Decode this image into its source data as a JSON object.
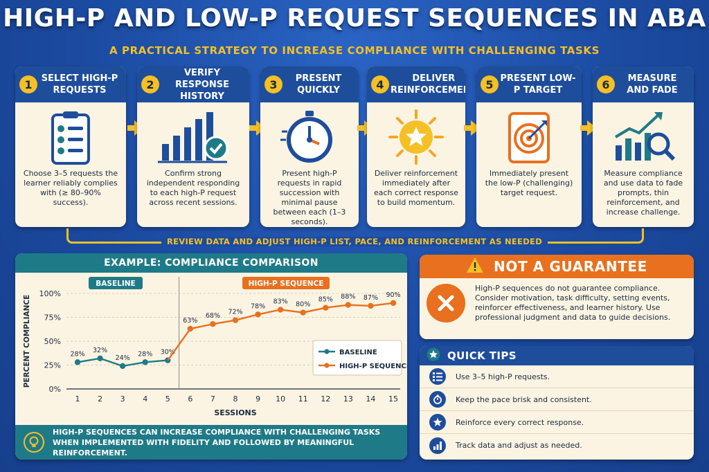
{
  "header": {
    "title": "HIGH-P AND LOW-P REQUEST SEQUENCES IN ABA",
    "subtitle": "A PRACTICAL STRATEGY TO INCREASE COMPLIANCE WITH CHALLENGING TASKS"
  },
  "steps": [
    {
      "number": "1",
      "title": "SELECT HIGH-P REQUESTS",
      "icon": "checklist-icon",
      "text": "Choose 3–5 requests the learner reliably complies with (≥ 80–90% success)."
    },
    {
      "number": "2",
      "title": "VERIFY RESPONSE HISTORY",
      "icon": "bar-chart-check-icon",
      "text": "Confirm strong independent responding to each high-P request across recent sessions."
    },
    {
      "number": "3",
      "title": "PRESENT QUICKLY",
      "icon": "stopwatch-icon",
      "text": "Present high-P requests in rapid succession with minimal pause between each (1–3 seconds)."
    },
    {
      "number": "4",
      "title": "DELIVER REINFORCEMENT",
      "icon": "star-burst-icon",
      "text": "Deliver reinforcement immediately after each correct response to build momentum."
    },
    {
      "number": "5",
      "title": "PRESENT LOW-P TARGET",
      "icon": "target-icon",
      "text": "Immediately present the low-P (challenging) target request."
    },
    {
      "number": "6",
      "title": "MEASURE AND FADE",
      "icon": "chart-magnifier-icon",
      "text": "Measure compliance and use data to fade prompts, thin reinforcement, and increase challenge."
    }
  ],
  "loop_label": "REVIEW DATA AND ADJUST HIGH-P LIST, PACE, AND REINFORCEMENT AS NEEDED",
  "chart_panel": {
    "title": "EXAMPLE: COMPLIANCE COMPARISON",
    "footer": "HIGH-P SEQUENCES CAN INCREASE COMPLIANCE WITH CHALLENGING TASKS WHEN IMPLEMENTED WITH FIDELITY AND FOLLOWED BY MEANINGFUL REINFORCEMENT."
  },
  "chart_data": {
    "type": "line",
    "xlabel": "SESSIONS",
    "ylabel": "PERCENT COMPLIANCE",
    "ylim": [
      0,
      100
    ],
    "yticks": [
      "0%",
      "25%",
      "50%",
      "75%",
      "100%"
    ],
    "x": [
      1,
      2,
      3,
      4,
      5,
      6,
      7,
      8,
      9,
      10,
      11,
      12,
      13,
      14,
      15
    ],
    "phase_labels": [
      "BASELINE",
      "HIGH-P SEQUENCE"
    ],
    "legend_position": "right",
    "series": [
      {
        "name": "BASELINE",
        "color": "#1f7a88",
        "x": [
          1,
          2,
          3,
          4,
          5
        ],
        "values": [
          28,
          32,
          24,
          28,
          30
        ],
        "labels": [
          "28%",
          "32%",
          "24%",
          "28%",
          "30%"
        ]
      },
      {
        "name": "HIGH-P SEQUENCE",
        "color": "#e8701e",
        "x": [
          5,
          6,
          7,
          8,
          9,
          10,
          11,
          12,
          13,
          14,
          15
        ],
        "values": [
          30,
          63,
          68,
          72,
          78,
          83,
          80,
          85,
          88,
          87,
          90
        ],
        "labels": [
          "",
          "63%",
          "68%",
          "72%",
          "78%",
          "83%",
          "80%",
          "85%",
          "88%",
          "87%",
          "90%"
        ]
      }
    ]
  },
  "warning": {
    "title": "NOT A GUARANTEE",
    "text": "High-P sequences do not guarantee compliance. Consider motivation, task difficulty, setting events, reinforcer effectiveness, and learner history. Use professional judgment and data to guide decisions."
  },
  "tips": {
    "title": "QUICK TIPS",
    "items": [
      {
        "icon": "list-icon",
        "text": "Use 3–5 high-P requests."
      },
      {
        "icon": "stopwatch-icon",
        "text": "Keep the pace brisk and consistent."
      },
      {
        "icon": "star-icon",
        "text": "Reinforce every correct response."
      },
      {
        "icon": "bar-chart-icon",
        "text": "Track data and adjust as needed."
      }
    ]
  },
  "colors": {
    "background": "#1d4fa8",
    "accent_yellow": "#f5c025",
    "teal": "#1f7a88",
    "orange": "#e8701e",
    "card": "#fbf4e2"
  }
}
